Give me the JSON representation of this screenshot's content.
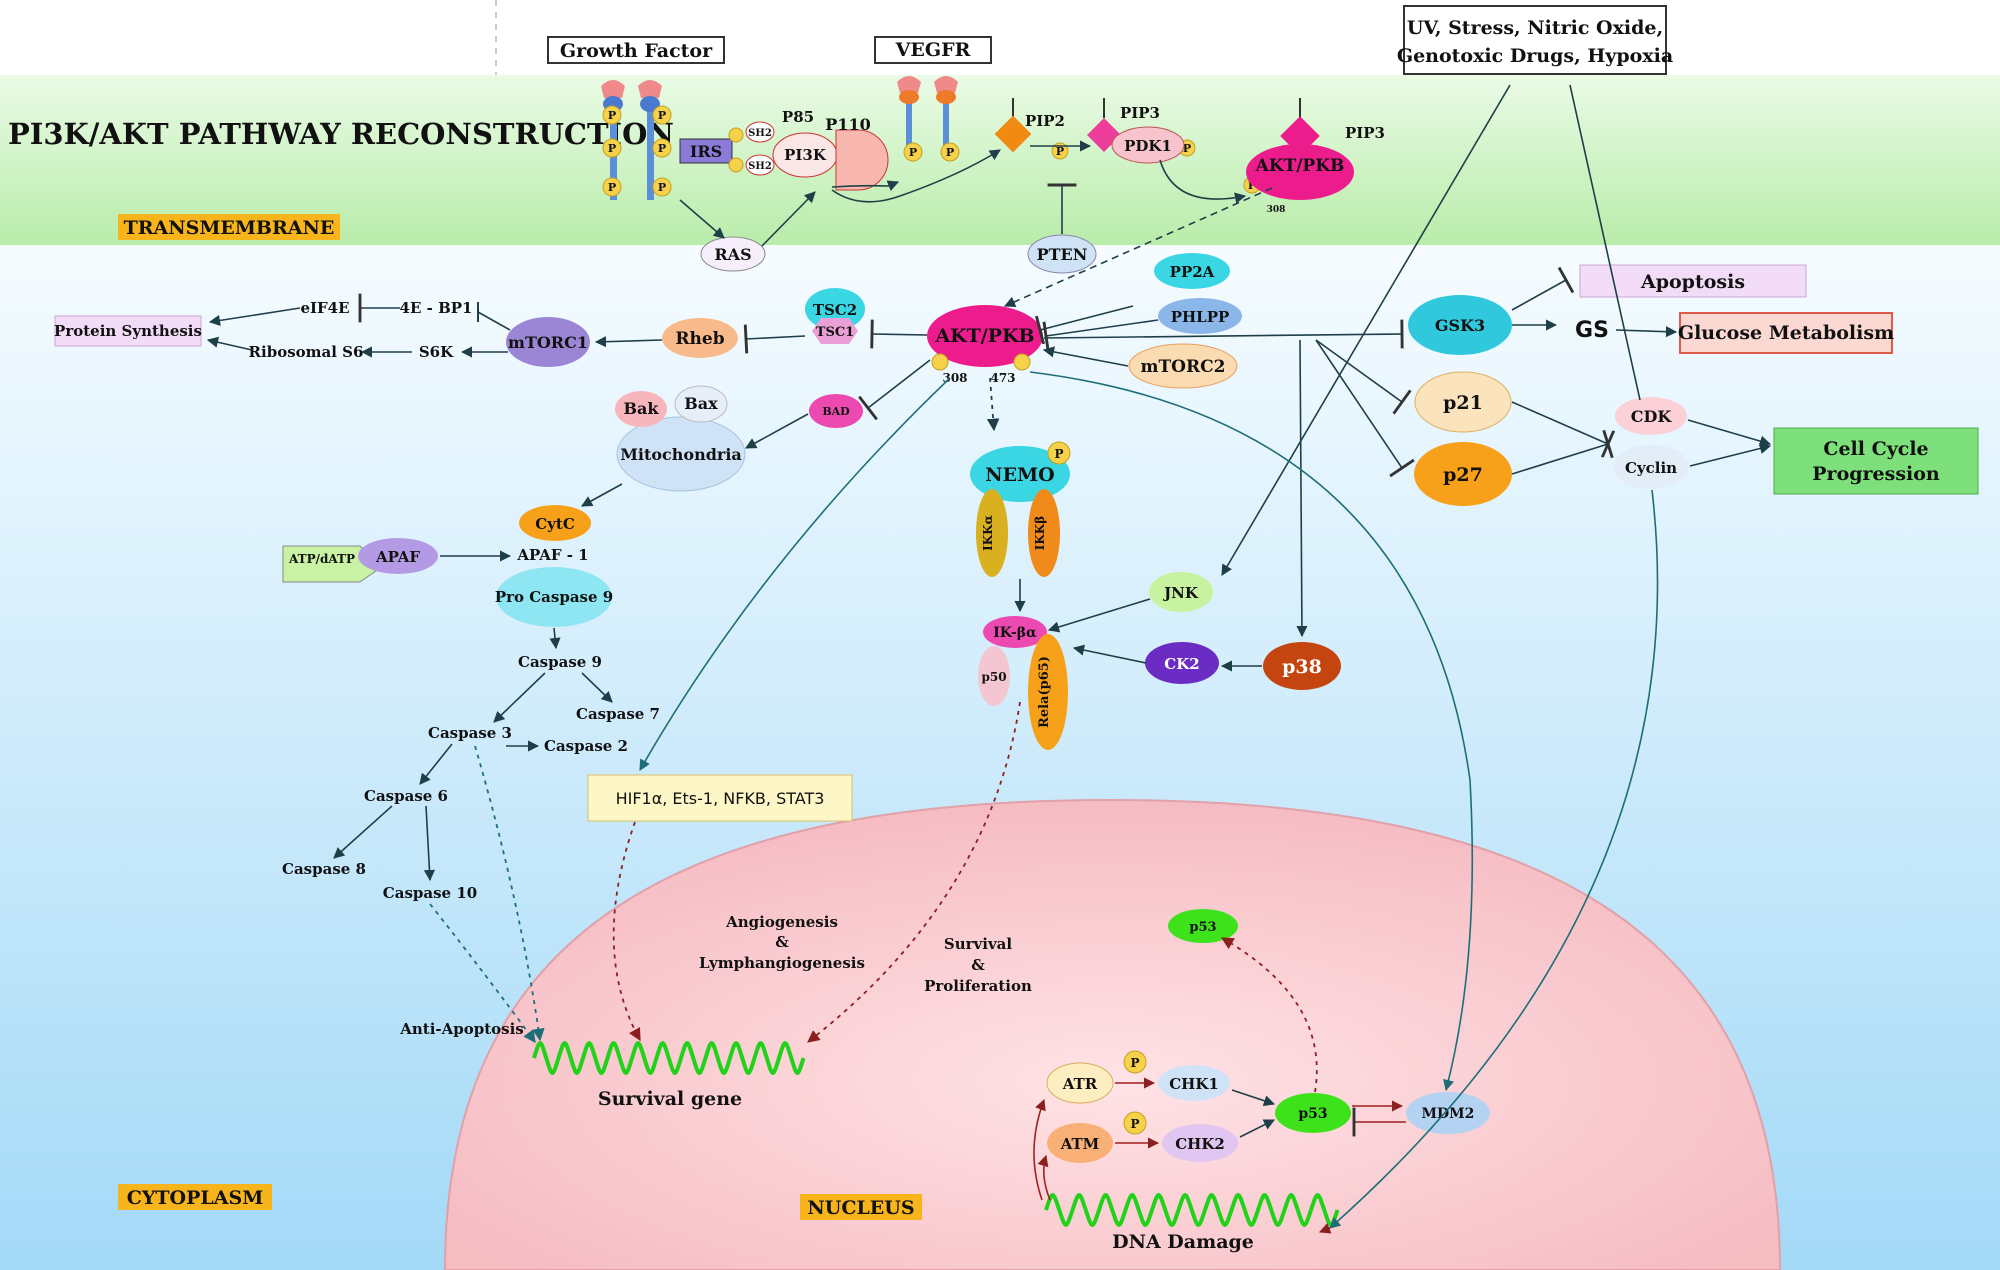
{
  "title": "PI3K/AKT PATHWAY RECONSTRUCTION",
  "regions": {
    "transmembrane": "TRANSMEMBRANE",
    "cytoplasm": "CYTOPLASM",
    "nucleus": "NUCLEUS"
  },
  "boxes": {
    "growth_factor": "Growth Factor",
    "vegfr": "VEGFR",
    "stress_line1": "UV, Stress, Nitric Oxide,",
    "stress_line2": "Genotoxic Drugs, Hypoxia",
    "protein_synthesis": "Protein Synthesis",
    "apoptosis": "Apoptosis",
    "glucose_metabolism": "Glucose Metabolism",
    "cell_cycle_line1": "Cell Cycle",
    "cell_cycle_line2": "Progression",
    "transcription_factors": "HIF1α, Ets-1, NFKB, STAT3"
  },
  "nodes": {
    "p": "P",
    "irs": "IRS",
    "sh2": "SH2",
    "p85": "P85",
    "p110": "P110",
    "pi3k": "PI3K",
    "ras": "RAS",
    "pip2": "PIP2",
    "pip3": "PIP3",
    "pdk1": "PDK1",
    "pten": "PTEN",
    "akt": "AKT/PKB",
    "akt_site308": "308",
    "akt_site473": "473",
    "pp2a": "PP2A",
    "phlpp": "PHLPP",
    "mtorc2": "mTORC2",
    "tsc2": "TSC2",
    "tsc1": "TSC1",
    "rheb": "Rheb",
    "mtorc1": "mTORC1",
    "eif4e": "eIF4E",
    "bp1": "4E - BP1",
    "s6k": "S6K",
    "ribosomal": "Ribosomal S6",
    "bak": "Bak",
    "bax": "Bax",
    "mito": "Mitochondria",
    "bad": "BAD",
    "cytc": "CytC",
    "atp": "ATP/dATP",
    "apaf": "APAF",
    "apaf1": "APAF - 1",
    "procasp9": "Pro Caspase 9",
    "casp9": "Caspase 9",
    "casp7": "Caspase 7",
    "casp3": "Caspase 3",
    "casp2": "Caspase 2",
    "casp6": "Caspase 6",
    "casp8": "Caspase 8",
    "casp10": "Caspase 10",
    "nemo": "NEMO",
    "ikka": "IKKα",
    "ikkb": "IKKβ",
    "ikba": "IK-βα",
    "p50": "p50",
    "rela": "Rela(p65)",
    "jnk": "JNK",
    "ck2": "CK2",
    "p38": "p38",
    "gsk3": "GSK3",
    "gs": "GS",
    "p21": "p21",
    "p27": "p27",
    "cdk": "CDK",
    "cyclin": "Cyclin",
    "p53_top": "p53",
    "p53": "p53",
    "mdm2": "MDM2",
    "atr": "ATR",
    "atm": "ATM",
    "chk1": "CHK1",
    "chk2": "CHK2"
  },
  "annotations": {
    "angio_1": "Angiogenesis",
    "angio_2": "&",
    "angio_3": "Lymphangiogenesis",
    "surv_1": "Survival",
    "surv_2": "&",
    "surv_3": "Proliferation",
    "anti_apoptosis": "Anti-Apoptosis",
    "survival_gene": "Survival gene",
    "dna_damage": "DNA Damage"
  },
  "colors": {
    "membrane": "#c8f2c0",
    "cytoplasm_top": "#f4fbff",
    "cytoplasm_bottom": "#a9dcf8",
    "nucleus": "#f9cfd2",
    "region_label": "#f7b51b",
    "akt": "#ec1c8c",
    "arrow": "#1f4f5a",
    "gene": "#22d21a",
    "dashed_red": "#8b2020"
  }
}
